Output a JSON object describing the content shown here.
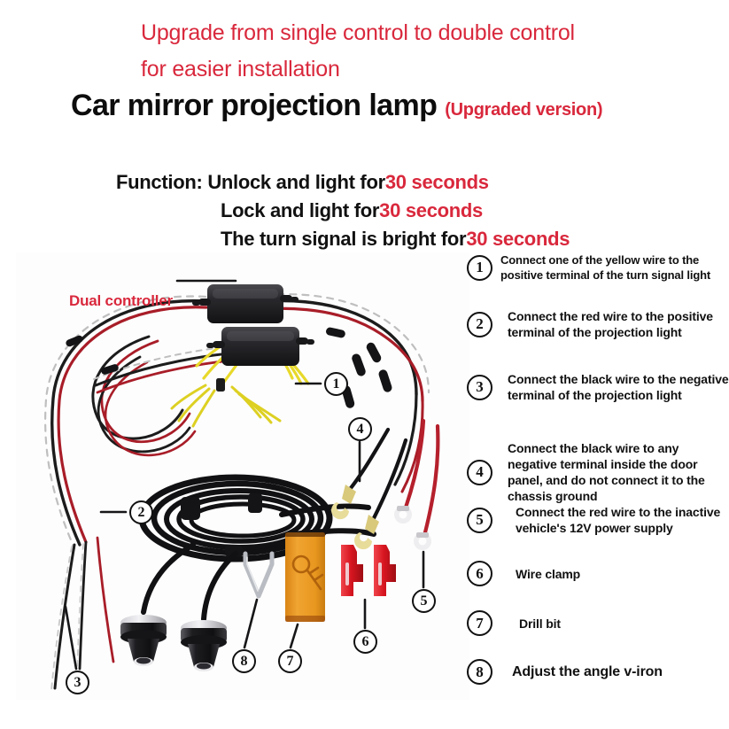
{
  "promo": {
    "line1": "Upgrade from single control to double control",
    "line2": "for easier installation"
  },
  "title": {
    "main": "Car mirror projection lamp",
    "suffix": "(Upgraded version)"
  },
  "function": {
    "label": "Function:",
    "rows": [
      {
        "prefix": "Unlock and light for ",
        "highlight": "30 seconds"
      },
      {
        "prefix": "Lock and light for ",
        "highlight": "30 seconds"
      },
      {
        "prefix": "The turn signal is bright for ",
        "highlight": "30 seconds"
      }
    ]
  },
  "photo": {
    "dual_controller_label": "Dual controller",
    "callouts": [
      {
        "num": "1"
      },
      {
        "num": "2"
      },
      {
        "num": "3"
      },
      {
        "num": "4"
      },
      {
        "num": "5"
      },
      {
        "num": "6"
      },
      {
        "num": "7"
      },
      {
        "num": "8"
      }
    ]
  },
  "steps": [
    {
      "num": "1",
      "text": "Connect one of the yellow wire to the positive terminal of the turn signal light"
    },
    {
      "num": "2",
      "text": "Connect the red wire to the positive terminal of the projection light"
    },
    {
      "num": "3",
      "text": "Connect the black wire to the negative terminal of the projection light"
    },
    {
      "num": "4",
      "text": "Connect the black wire to any negative terminal inside the door panel, and do not connect it to the chassis ground"
    },
    {
      "num": "5",
      "text": "Connect the red wire to the inactive vehicle's 12V power supply"
    },
    {
      "num": "6",
      "text": "Wire clamp"
    },
    {
      "num": "7",
      "text": "Drill bit"
    },
    {
      "num": "8",
      "text": "Adjust the angle v-iron"
    }
  ],
  "colors": {
    "accent_red": "#d9283c",
    "text_black": "#111111",
    "background": "#ffffff",
    "wire_red": "#b5202c",
    "wire_yellow": "#e8d92a",
    "drill_box_orange": "#e8961e",
    "clamp_red": "#e0212b"
  }
}
